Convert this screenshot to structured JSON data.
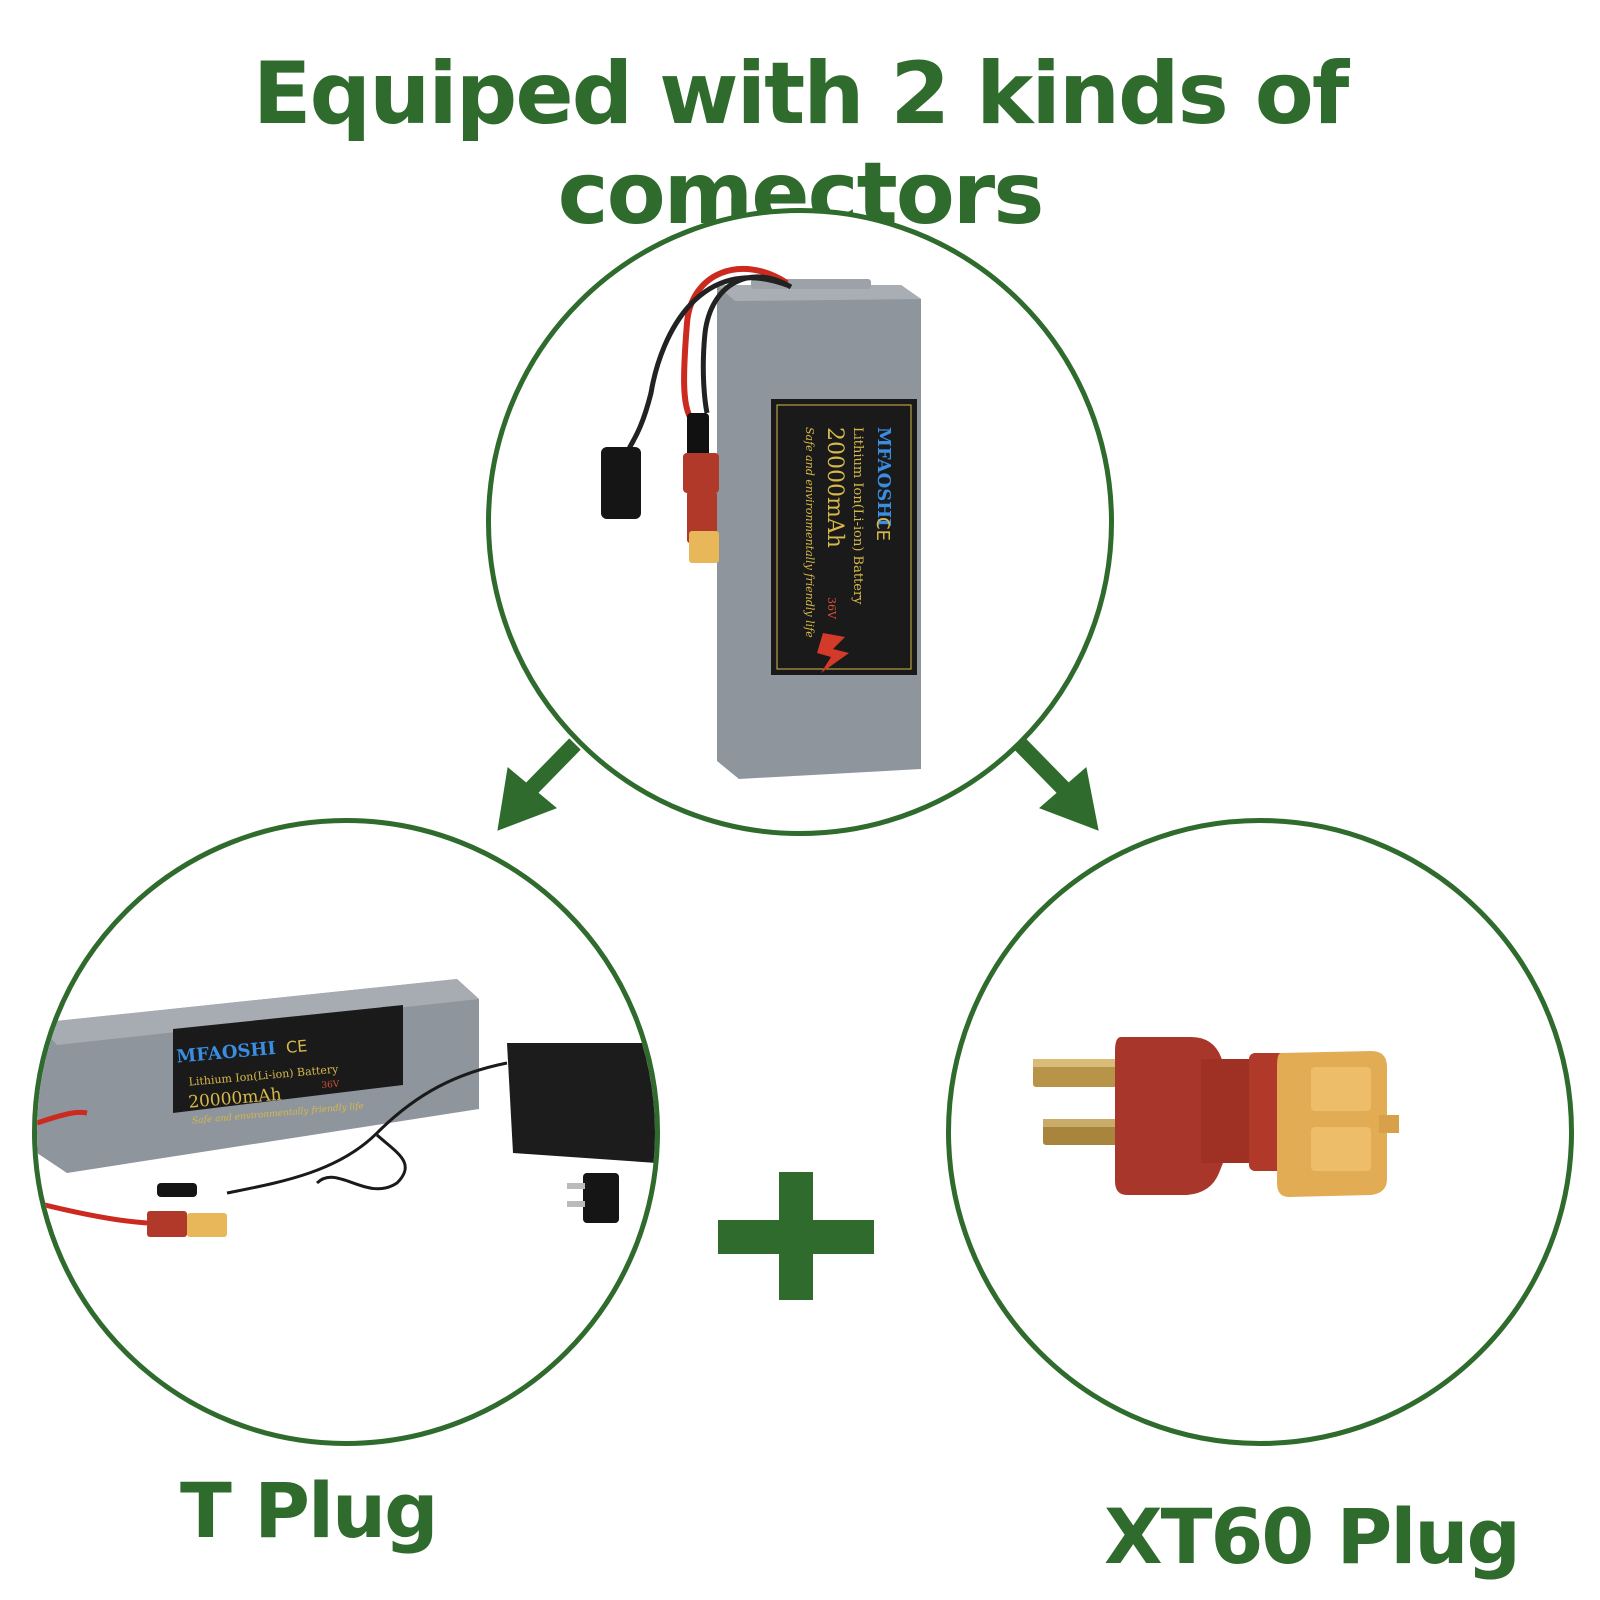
{
  "title": "Equiped with 2 kinds of comectors",
  "labels": {
    "t_plug": "T Plug",
    "xt60_plug": "XT60 Plug"
  },
  "battery_label": {
    "brand": "MFAOSHI",
    "type": "Lithium Ion(Li-ion) Battery",
    "capacity": "20000mAh",
    "voltage": "36V",
    "slogan": "Safe and environmentally friendly life",
    "marks": "CE"
  },
  "colors": {
    "accent_green": "#2e6b2c",
    "battery_grey": "#8f959c",
    "label_black": "#1a1a1a",
    "label_gold": "#d7b84a",
    "connector_red": "#b0392a",
    "connector_yellow": "#e7b75a"
  }
}
